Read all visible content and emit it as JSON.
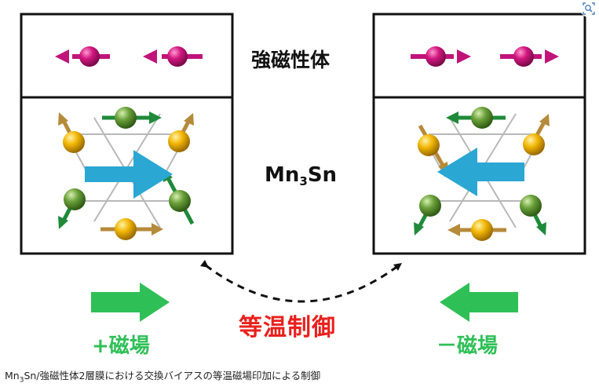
{
  "labels": {
    "ferromagnet": "強磁性体",
    "mn_base": "Mn",
    "mn_sub": "3",
    "mn_tail": "Sn",
    "plus_field": "+磁場",
    "minus_field": "－磁場",
    "center": "等温制御"
  },
  "caption": {
    "pre": "Mn",
    "sub": "3",
    "post": "Sn/強磁性体2層膜における交換バイアスの等温磁場印加による制御"
  },
  "icons": {
    "zoom": "zoom-magnifier-icon"
  },
  "colors": {
    "magenta_atom": "#d2177f",
    "yellow_atom": "#f2b705",
    "green_atom": "#6aa03a",
    "cyan_arrow": "#2aa7d3",
    "field_arrow": "#2fbf57",
    "center_text": "#e8211d"
  }
}
